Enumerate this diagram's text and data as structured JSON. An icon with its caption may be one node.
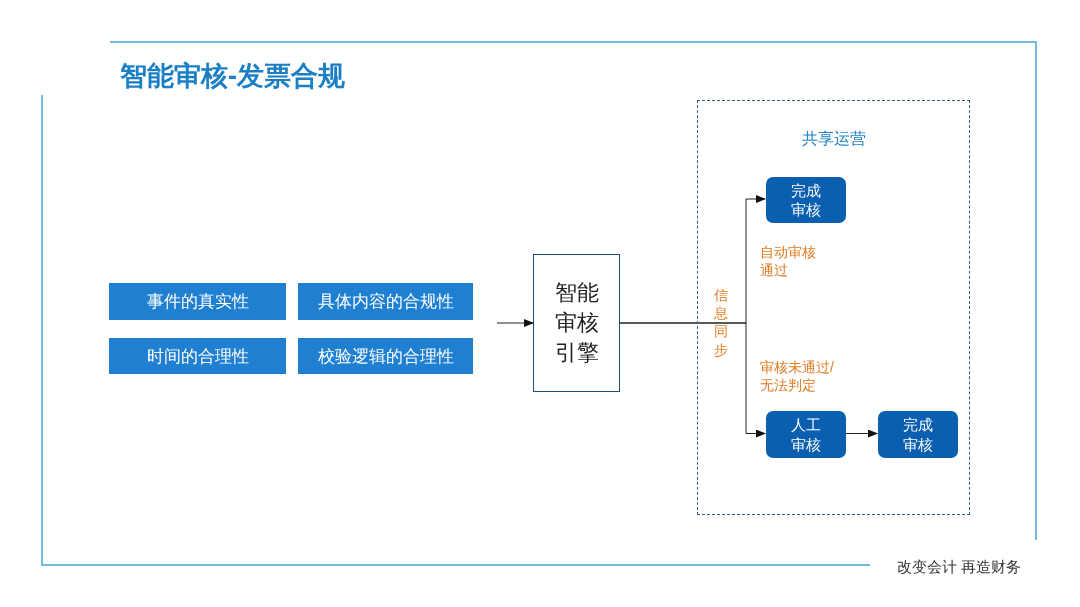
{
  "diagram": {
    "title": "智能审核-发票合规",
    "nodes": [
      {
        "text": [
          "事件的真实性"
        ]
      },
      {
        "text": [
          "具体内容的合规性"
        ]
      },
      {
        "text": [
          "时间的合理性"
        ]
      },
      {
        "text": [
          "校验逻辑的合理性"
        ]
      },
      {
        "text": [
          "智能审核引擎"
        ]
      },
      {
        "text": [
          "共享运营"
        ]
      },
      {
        "text": [
          "完成审核"
        ],
        "in": 5
      },
      {
        "text": [
          "人工审核"
        ],
        "in": 5
      },
      {
        "text": [
          "完成审核"
        ],
        "in": 5
      }
    ],
    "edges": [
      {
        "from": null,
        "to": 4,
        "arrow": "to"
      },
      {
        "from": 4,
        "to": 6,
        "arrow": "to",
        "label": "自动审核通过"
      },
      {
        "from": 4,
        "to": 7,
        "arrow": "to",
        "label": "审核未通过/无法判定"
      },
      {
        "from": 7,
        "to": 8,
        "arrow": "to"
      }
    ],
    "labels": [
      "信息同步",
      "改变会计 再造财务"
    ]
  }
}
